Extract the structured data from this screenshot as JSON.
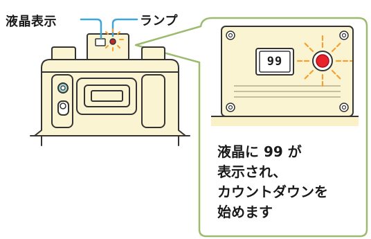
{
  "labels": {
    "lcd": "液晶表示",
    "lamp": "ランプ"
  },
  "callout": {
    "lcd_value": "99",
    "lines": [
      "液晶に 99 が",
      "表示され、",
      "カウントダウンを",
      "始めます"
    ]
  },
  "colors": {
    "device_body": "#fbf4d2",
    "outline": "#333333",
    "callout_border": "#9dbb6e",
    "leader_line": "#3ca6d6",
    "lamp": "#e8222a",
    "flash_rays": "#f5a030",
    "ground": "#fbf1c8"
  },
  "icons": [
    "lamp-flash-icon"
  ]
}
